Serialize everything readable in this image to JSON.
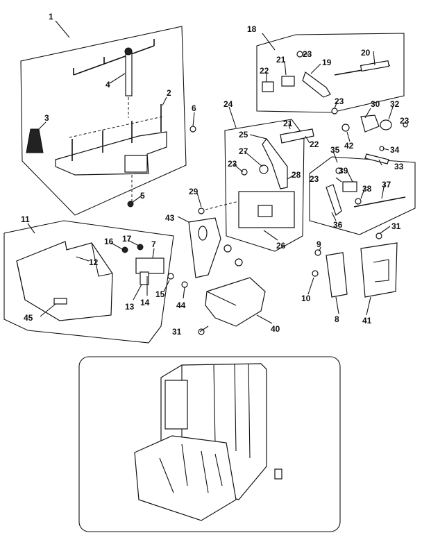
{
  "callouts": [
    {
      "id": "c1",
      "text": "1"
    },
    {
      "id": "c2",
      "text": "2"
    },
    {
      "id": "c3",
      "text": "3"
    },
    {
      "id": "c4",
      "text": "4"
    },
    {
      "id": "c5",
      "text": "5"
    },
    {
      "id": "c6",
      "text": "6"
    },
    {
      "id": "c7",
      "text": "7"
    },
    {
      "id": "c8",
      "text": "8"
    },
    {
      "id": "c9",
      "text": "9"
    },
    {
      "id": "c10",
      "text": "10"
    },
    {
      "id": "c11",
      "text": "11"
    },
    {
      "id": "c12",
      "text": "12"
    },
    {
      "id": "c13",
      "text": "13"
    },
    {
      "id": "c14",
      "text": "14"
    },
    {
      "id": "c15",
      "text": "15"
    },
    {
      "id": "c16",
      "text": "16"
    },
    {
      "id": "c17",
      "text": "17"
    },
    {
      "id": "c18",
      "text": "18"
    },
    {
      "id": "c19",
      "text": "19"
    },
    {
      "id": "c20",
      "text": "20"
    },
    {
      "id": "c21a",
      "text": "21"
    },
    {
      "id": "c21b",
      "text": "21"
    },
    {
      "id": "c22a",
      "text": "22"
    },
    {
      "id": "c22b",
      "text": "22"
    },
    {
      "id": "c23a",
      "text": "23"
    },
    {
      "id": "c23b",
      "text": "23"
    },
    {
      "id": "c23c",
      "text": "23"
    },
    {
      "id": "c23d",
      "text": "23"
    },
    {
      "id": "c23e",
      "text": "23"
    },
    {
      "id": "c24",
      "text": "24"
    },
    {
      "id": "c25",
      "text": "25"
    },
    {
      "id": "c26",
      "text": "26"
    },
    {
      "id": "c27",
      "text": "27"
    },
    {
      "id": "c28",
      "text": "28"
    },
    {
      "id": "c29",
      "text": "29"
    },
    {
      "id": "c30",
      "text": "30"
    },
    {
      "id": "c31a",
      "text": "31"
    },
    {
      "id": "c31b",
      "text": "31"
    },
    {
      "id": "c32",
      "text": "32"
    },
    {
      "id": "c33",
      "text": "33"
    },
    {
      "id": "c34",
      "text": "34"
    },
    {
      "id": "c35",
      "text": "35"
    },
    {
      "id": "c36",
      "text": "36"
    },
    {
      "id": "c37",
      "text": "37"
    },
    {
      "id": "c38",
      "text": "38"
    },
    {
      "id": "c39",
      "text": "39"
    },
    {
      "id": "c40",
      "text": "40"
    },
    {
      "id": "c41",
      "text": "41"
    },
    {
      "id": "c42",
      "text": "42"
    },
    {
      "id": "c43",
      "text": "43"
    },
    {
      "id": "c44",
      "text": "44"
    },
    {
      "id": "c45",
      "text": "45"
    }
  ]
}
